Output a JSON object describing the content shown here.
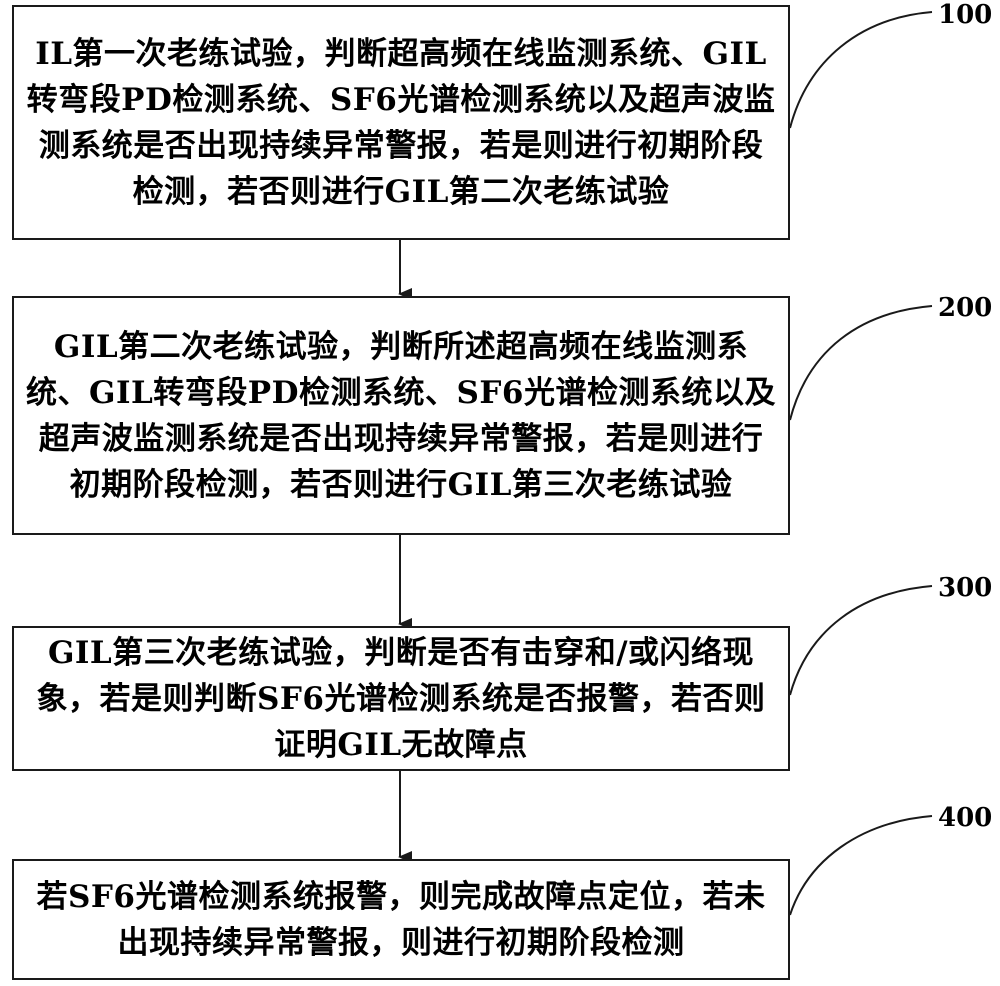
{
  "steps": [
    {
      "number": "100",
      "text": "IL第一次老练试验，判断超高频在线监测系统、GIL转弯段PD检测系统、SF6光谱检测系统以及超声波监测系统是否出现持续异常警报，若是则进行初期阶段检测，若否则进行GIL第二次老练试验"
    },
    {
      "number": "200",
      "text": "GIL第二次老练试验，判断所述超高频在线监测系统、GIL转弯段PD检测系统、SF6光谱检测系统以及超声波监测系统是否出现持续异常警报，若是则进行初期阶段检测，若否则进行GIL第三次老练试验"
    },
    {
      "number": "300",
      "text": "GIL第三次老练试验，判断是否有击穿和/或闪络现象，若是则判断SF6光谱检测系统是否报警，若否则证明GIL无故障点"
    },
    {
      "number": "400",
      "text": "若SF6光谱检测系统报警，则完成故障点定位，若未出现持续异常警报，则进行初期阶段检测"
    }
  ]
}
